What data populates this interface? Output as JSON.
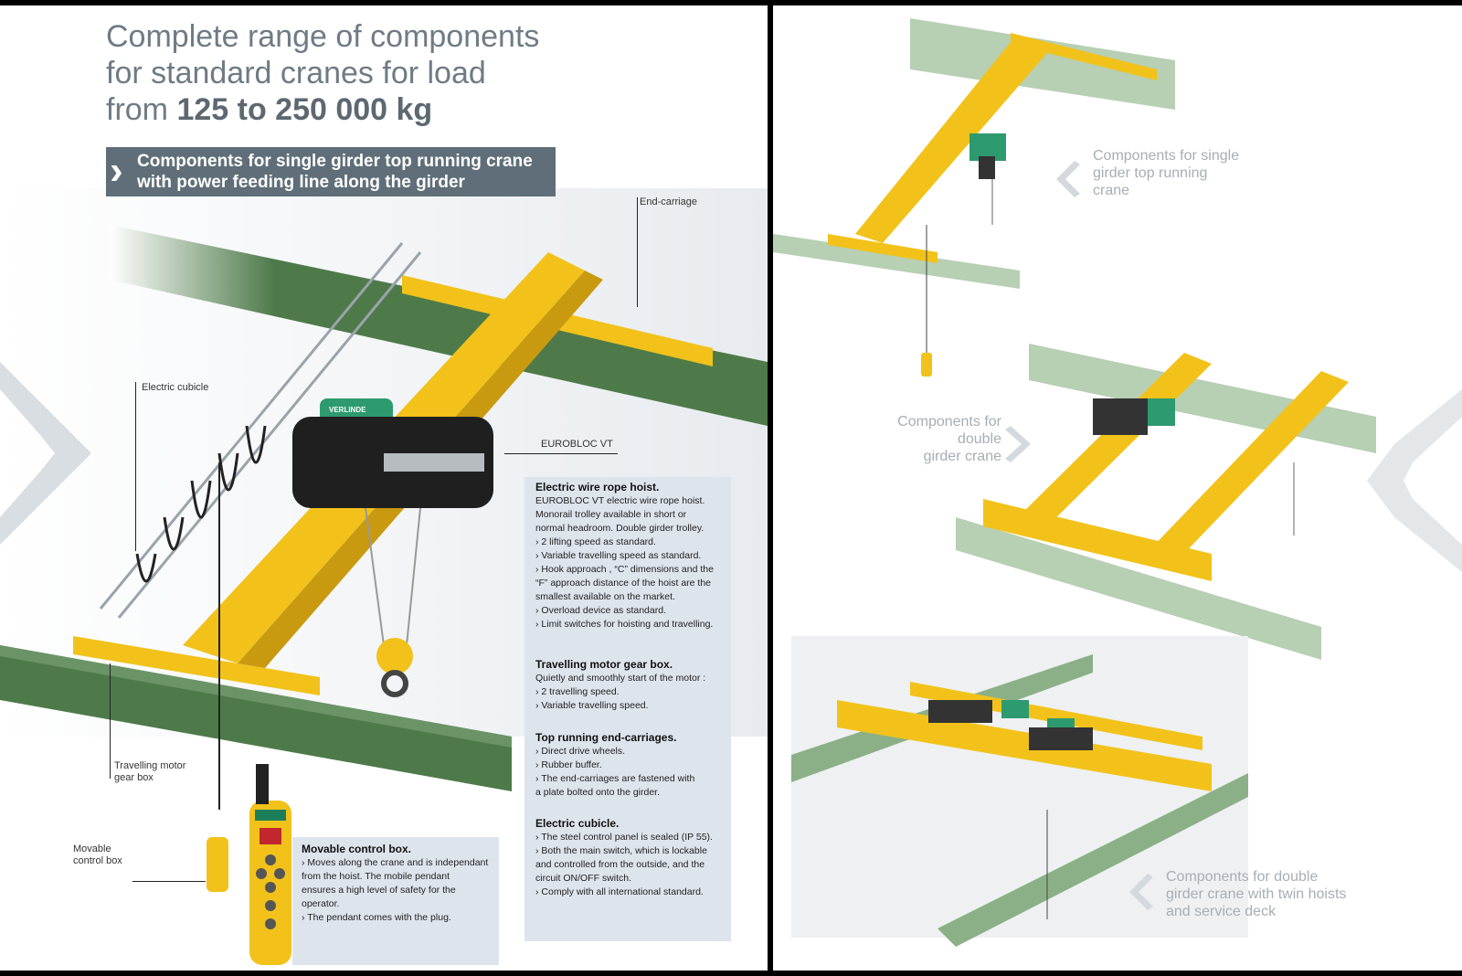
{
  "left": {
    "title_lines": [
      "Complete range of components",
      "for standard cranes for load"
    ],
    "title_prefix": "from ",
    "title_emphasis": "125 to 250 000 kg",
    "banner": [
      "Components for single girder top running crane",
      "with power feeding line along the girder"
    ],
    "callouts": {
      "end_carriage": "End-carriage",
      "electric_cubicle": "Electric cubicle",
      "eurobloc": "EUROBLOC VT",
      "travelling_motor": [
        "Travelling motor",
        "gear box"
      ],
      "movable_control": [
        "Movable",
        "control box"
      ]
    },
    "hoist_brand": "VERLINDE",
    "info_sections": [
      {
        "heading": "Electric wire rope hoist.",
        "lines": [
          "EUROBLOC VT electric wire rope hoist.",
          "Monorail trolley available in short or",
          "normal headroom. Double girder trolley.",
          "› 2 lifting speed as standard.",
          "› Variable travelling speed as standard.",
          "› Hook approach , “C” dimensions and the",
          "  “F” approach distance of the hoist are the",
          "  smallest available on the market.",
          "› Overload device as standard.",
          "› Limit switches for hoisting and travelling."
        ]
      },
      {
        "heading": "Travelling motor gear box.",
        "lines": [
          "Quietly and smoothly start of the motor :",
          "› 2 travelling speed.",
          "› Variable travelling speed."
        ]
      },
      {
        "heading": "Top running end-carriages.",
        "lines": [
          "› Direct drive wheels.",
          "› Rubber buffer.",
          "› The end-carriages are fastened with",
          "  a plate bolted onto the girder."
        ]
      },
      {
        "heading": "Electric cubicle.",
        "lines": [
          "› The steel control panel is sealed (IP 55).",
          "› Both the main switch, which is lockable",
          "  and controlled from the outside, and the",
          "  circuit ON/OFF switch.",
          "› Comply with all international standard."
        ]
      }
    ],
    "control_box": {
      "heading": "Movable control box.",
      "lines": [
        "› Moves along the crane and is independant",
        "  from the hoist. The mobile pendant",
        "  ensures a high level of safety for the",
        "  operator.",
        "› The pendant comes with the plug."
      ]
    }
  },
  "right": {
    "labels": {
      "single_girder": [
        "Components for single",
        "girder top running",
        "crane"
      ],
      "double_girder": [
        "Components for",
        "double",
        "girder crane"
      ],
      "twin_hoists": [
        "Components for double",
        "girder crane with twin hoists",
        "and service deck"
      ]
    }
  },
  "colors": {
    "girder_green": "#4e7a4a",
    "crane_yellow": "#f2c21a",
    "hoist_green": "#2e9a6f",
    "banner_gray": "#5f6e78",
    "info_bg": "#dde4ec"
  }
}
